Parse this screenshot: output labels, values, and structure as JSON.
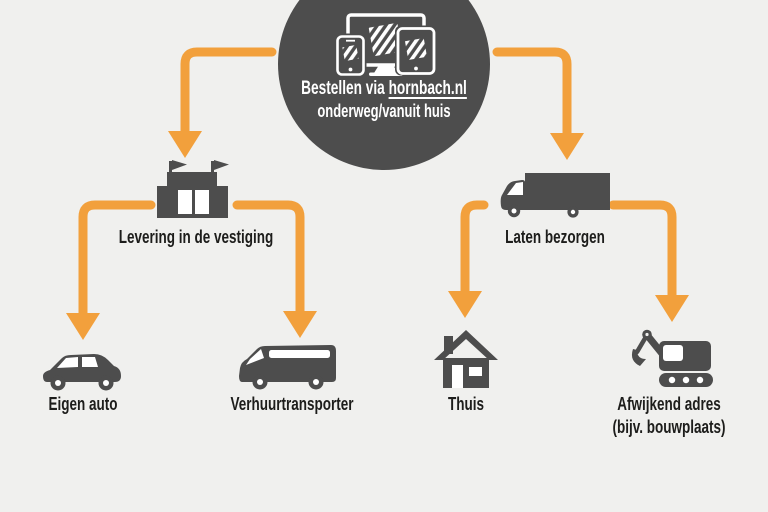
{
  "colors": {
    "background": "#f0f0ee",
    "node_dark": "#4d4d4d",
    "arrow_orange": "#f2a03c",
    "label_text": "#1d1d1b",
    "icon_white": "#ffffff"
  },
  "root_node": {
    "line1_prefix": "Bestellen via",
    "link": "hornbach.nl",
    "line2": "onderweg/vanuit huis"
  },
  "store_branch": {
    "label": "Levering in de vestiging"
  },
  "delivery_branch": {
    "label": "Laten bezorgen"
  },
  "leaves": {
    "own_car": {
      "label": "Eigen auto"
    },
    "rental_van": {
      "label": "Verhuurtransporter"
    },
    "home": {
      "label": "Thuis"
    },
    "alt_address": {
      "label": "Afwijkend adres",
      "label2": "(bijv. bouwplaats)"
    }
  },
  "icons": [
    "devices-icon",
    "store-building-icon",
    "delivery-truck-icon",
    "car-icon",
    "van-icon",
    "house-icon",
    "excavator-icon"
  ]
}
